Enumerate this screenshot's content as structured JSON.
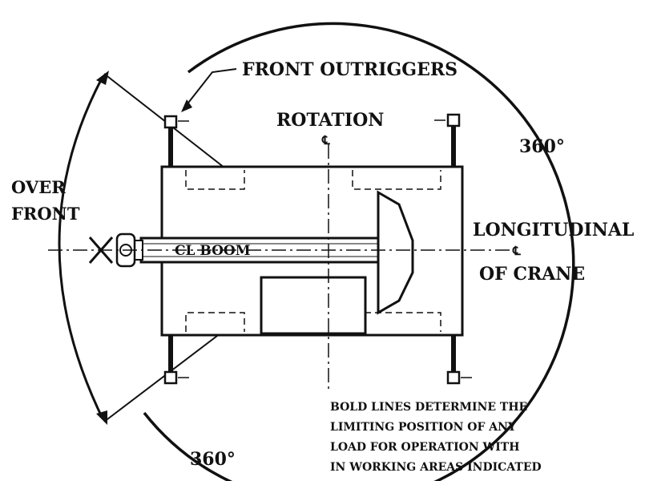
{
  "labels": {
    "front_outriggers": "FRONT OUTRIGGERS",
    "rotation": "ROTATION",
    "rotation_symbol": "℄",
    "angle_right": "360°",
    "angle_bottom": "360°",
    "over_front_line1": "OVER",
    "over_front_line2": "FRONT",
    "cl_boom": "CL BOOM",
    "longitudinal": "LONGITUDINAL",
    "longitudinal_symbol": "℄",
    "of_crane": "OF CRANE"
  },
  "note": {
    "lines": [
      "BOLD LINES DETERMINE THE",
      "LIMITING POSITION OF ANY",
      "LOAD FOR OPERATION WITH",
      "IN WORKING AREAS INDICATED"
    ]
  },
  "colors": {
    "ink": "#111111",
    "paper": "#ffffff"
  }
}
